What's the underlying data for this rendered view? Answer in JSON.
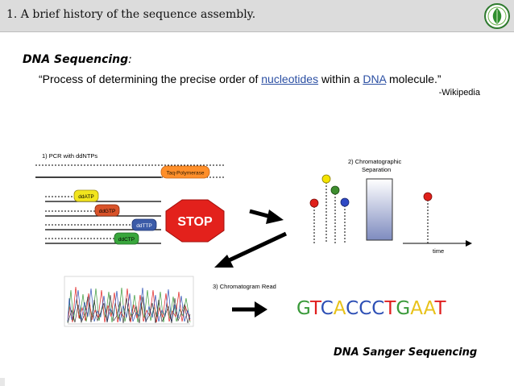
{
  "slide": {
    "title": "1. A brief history of the sequence assembly."
  },
  "definition": {
    "heading": "DNA Sequencing",
    "heading_suffix": ":",
    "quote_before": "“Process of determining the precise order of ",
    "quote_link1": "nucleotides",
    "quote_middle": " within a ",
    "quote_link2": "DNA",
    "quote_after": " molecule.”",
    "source": "-Wikipedia"
  },
  "diagram": {
    "step1_label": "1) PCR with ddNTPs",
    "polymerase": "Taq-Polymerase",
    "nucleotides": [
      {
        "label": "ddATP",
        "color": "#f2e51d"
      },
      {
        "label": "ddGTP",
        "color": "#d9532a"
      },
      {
        "label": "ddTTP",
        "color": "#3b5ba8"
      },
      {
        "label": "ddCTP",
        "color": "#38a63c"
      }
    ],
    "stop_sign": "STOP",
    "step2_label_line1": "2) Chromatographic",
    "step2_label_line2": "Separation",
    "time_label": "time",
    "step3_label": "3) Chromatogram Read",
    "dot_colors": {
      "red": "#e0201b",
      "yellow": "#f5e400",
      "green": "#3e8e2f",
      "blue": "#2f49c4"
    }
  },
  "sequence": {
    "bases": [
      {
        "letter": "G",
        "color": "#3a9a3a"
      },
      {
        "letter": "T",
        "color": "#e01e1e"
      },
      {
        "letter": "C",
        "color": "#2d4fb5"
      },
      {
        "letter": "A",
        "color": "#e8c21a"
      },
      {
        "letter": "C",
        "color": "#2d4fb5"
      },
      {
        "letter": "C",
        "color": "#2d4fb5"
      },
      {
        "letter": "C",
        "color": "#2d4fb5"
      },
      {
        "letter": "T",
        "color": "#e01e1e"
      },
      {
        "letter": "G",
        "color": "#3a9a3a"
      },
      {
        "letter": "A",
        "color": "#e8c21a"
      },
      {
        "letter": "A",
        "color": "#e8c21a"
      },
      {
        "letter": "T",
        "color": "#e01e1e"
      }
    ]
  },
  "caption": "DNA Sanger Sequencing"
}
